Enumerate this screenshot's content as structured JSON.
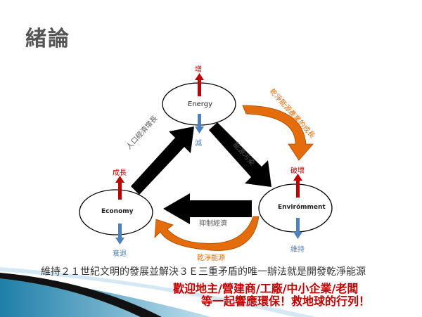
{
  "title": "緒論",
  "nodes": {
    "energy": "Energy",
    "economy": "Economy",
    "environment": "Envirómment"
  },
  "energy_up": "增",
  "energy_down": "減",
  "economy_up": "成長",
  "economy_down": "衰退",
  "environment_up": "破壞",
  "environment_down": "維持",
  "arrow_econ_to_energy": "人口經濟增長",
  "arrow_energy_to_env": "能源污染",
  "arrow_env_to_econ": "抑制經濟",
  "curve_energy_env": "乾淨能源產業的成長",
  "curve_env_econ": "乾淨能源",
  "summary": "維持２１世紀文明的發展並解決３Ｅ三重矛盾的唯一辦法就是開發乾淨能源",
  "promo_line1": "歡迎地主/營建商/工廠/中小企業/老闆",
  "promo_line2": "等一起響應環保！救地球的行列！",
  "colors": {
    "red": "#c00000",
    "blue": "#4f81bd",
    "orange": "#e46c0a"
  }
}
